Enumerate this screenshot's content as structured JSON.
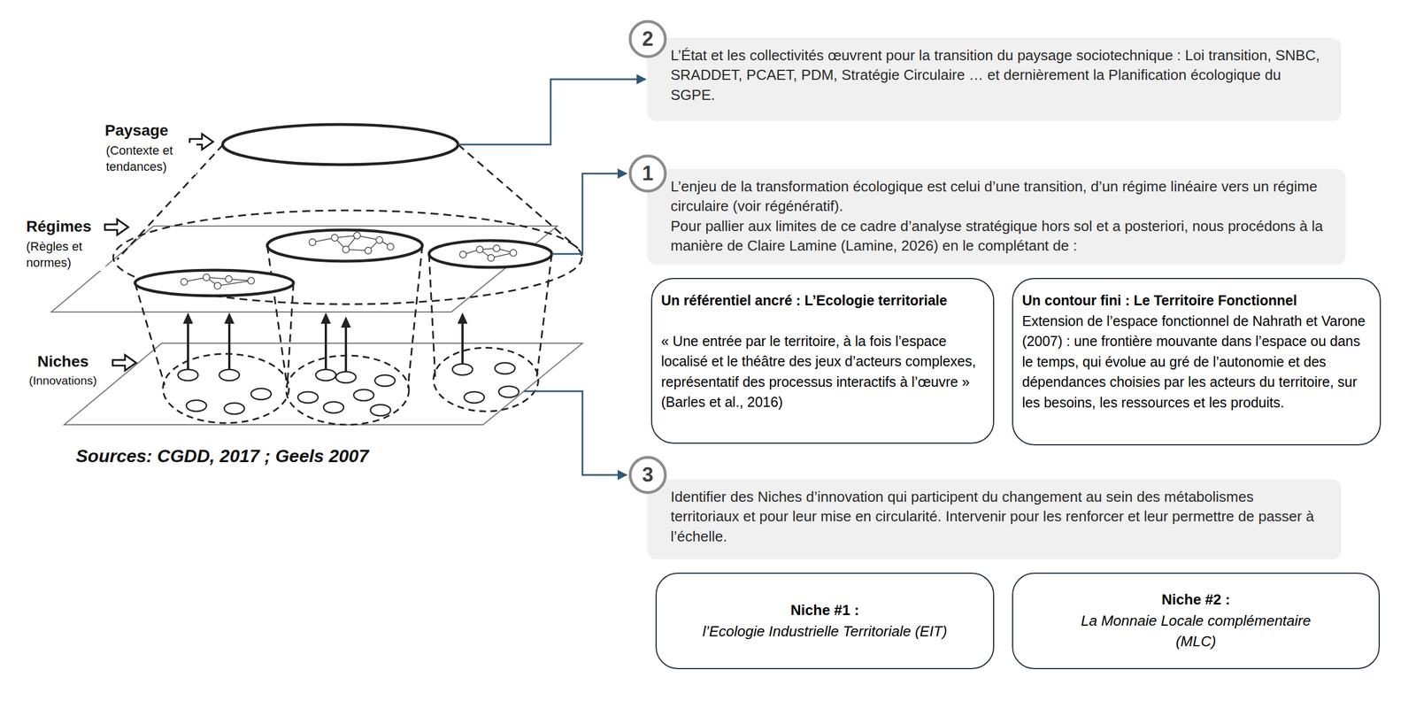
{
  "diagram": {
    "nodes": [
      {
        "text": [
          "L’État et les collectivités œuvrent pour la transition du paysage sociotechnique : Loi transition, SNBC, SRADDET, PCAET, PDM, Stratégie Circulaire … et dernièrement la Planification écologique du SGPE."
        ]
      },
      {
        "text": [
          "L’enjeu de la transformation écologique est celui d’une transition, d’un régime linéaire vers un régime circulaire (voir régénératif).",
          "Pour pallier aux limites de ce cadre d’analyse stratégique hors sol et a posteriori, nous procédons à la manière de Claire Lamine (Lamine, 2026) en le complétant de :"
        ]
      },
      {
        "text": [
          "Un référentiel ancré : L’Ecologie territoriale",
          "« Une entrée par le territoire, à la fois l’espace localisé et le théâtre des jeux d’acteurs complexes, représentatif des processus interactifs à l’œuvre » (Barles et al., 2016)"
        ]
      },
      {
        "text": [
          "Un contour fini : Le Territoire Fonctionnel",
          "Extension de l’espace fonctionnel de Nahrath et Varone (2007) : une frontière mouvante dans l’espace ou dans le temps, qui évolue au gré de l’autonomie et des dépendances choisies par les acteurs du territoire, sur les besoins, les ressources et les produits."
        ]
      },
      {
        "text": [
          "Identifier des Niches d’innovation qui participent du changement au sein des métabolismes territoriaux et pour leur mise en circularité. Intervenir pour les renforcer et leur permettre de passer à l’échelle."
        ]
      },
      {
        "text": [
          "Niche #1 :",
          "l’Ecologie Industrielle Territoriale (EIT)"
        ]
      },
      {
        "text": [
          "Niche #2 :",
          "La Monnaie Locale complémentaire (MLC)"
        ]
      }
    ],
    "labels": [
      "Paysage",
      "(Contexte et tendances)",
      "Régimes",
      "(Règles et normes)",
      "Niches",
      "(Innovations)",
      "Sources: CGDD, 2017 ; Geels 2007",
      "2",
      "1",
      "3"
    ]
  }
}
